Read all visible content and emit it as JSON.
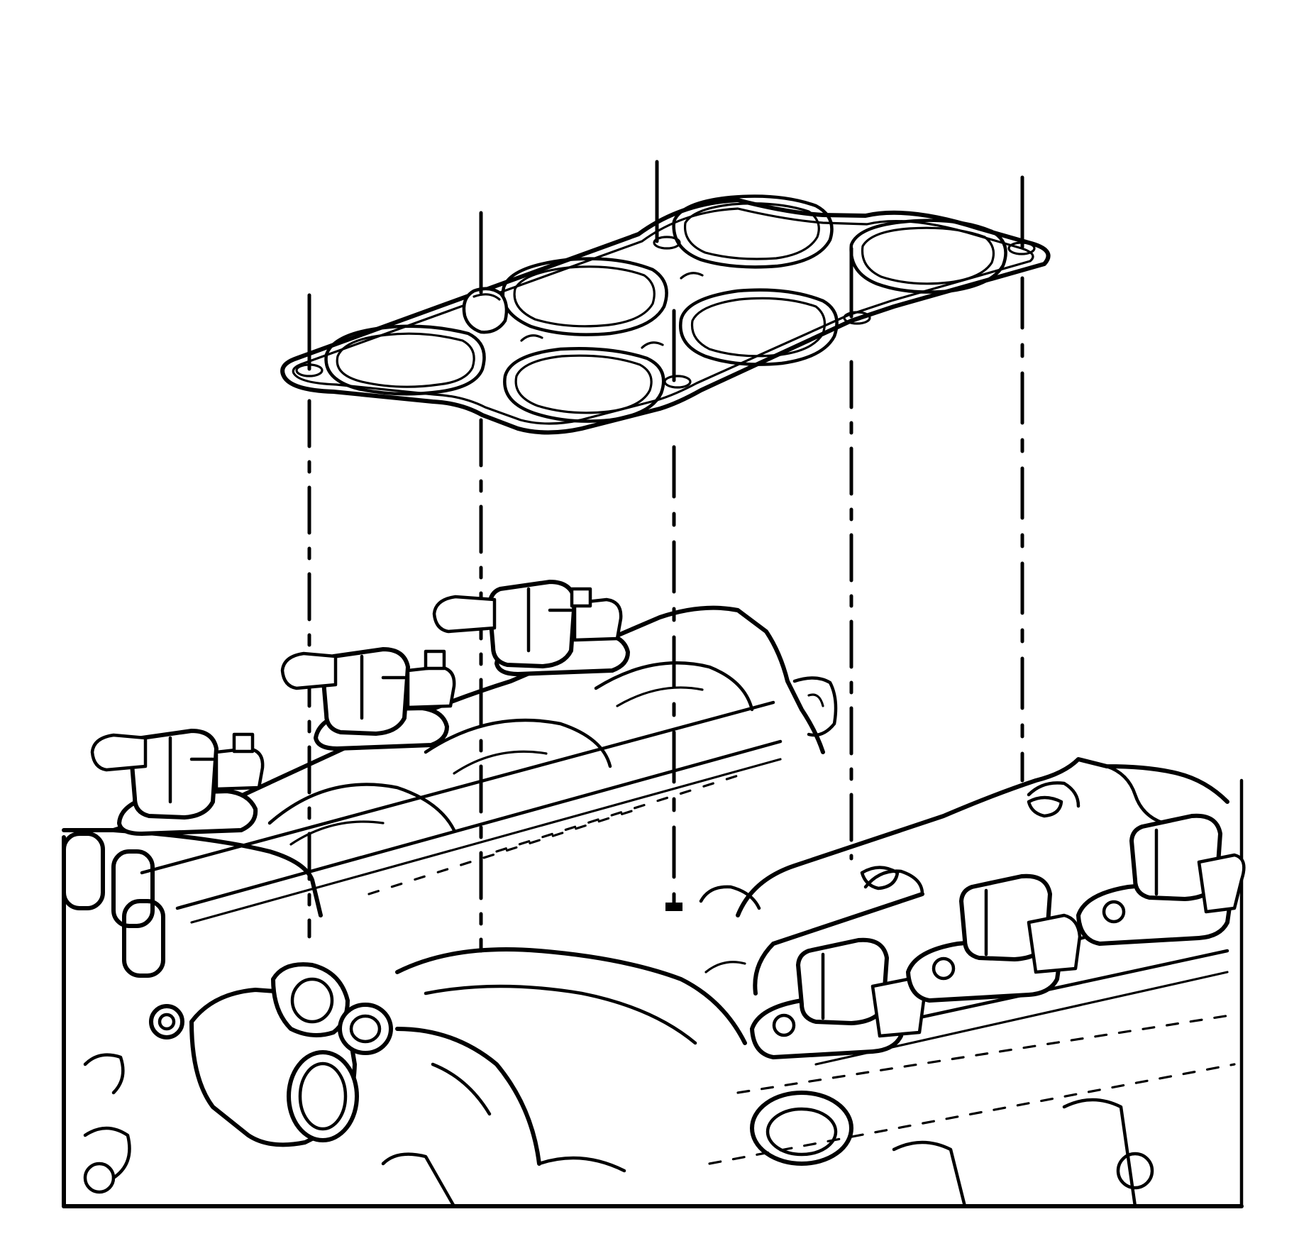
{
  "diagram": {
    "colors": {
      "ink": "#000000",
      "paper": "#ffffff"
    },
    "parts": [
      {
        "id": "intake-manifold-gasket"
      },
      {
        "id": "cylinder-head-left"
      },
      {
        "id": "cylinder-head-right"
      },
      {
        "id": "ignition-coils"
      },
      {
        "id": "alignment-studs"
      }
    ]
  }
}
